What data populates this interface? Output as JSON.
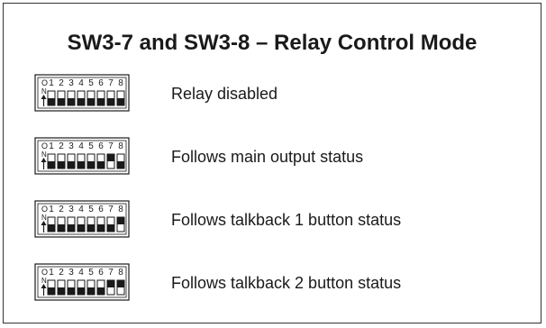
{
  "title": "SW3-7 and SW3-8 – Relay Control Mode",
  "dip_labels": {
    "numbers": [
      "1",
      "2",
      "3",
      "4",
      "5",
      "6",
      "7",
      "8"
    ],
    "on_top": "O",
    "on_bottom": "N"
  },
  "rows": [
    {
      "label": "Relay disabled",
      "switches": [
        0,
        0,
        0,
        0,
        0,
        0,
        0,
        0
      ]
    },
    {
      "label": "Follows main output status",
      "switches": [
        0,
        0,
        0,
        0,
        0,
        0,
        1,
        0
      ]
    },
    {
      "label": "Follows talkback 1 button status",
      "switches": [
        0,
        0,
        0,
        0,
        0,
        0,
        0,
        1
      ]
    },
    {
      "label": "Follows talkback 2 button status",
      "switches": [
        0,
        0,
        0,
        0,
        0,
        0,
        1,
        1
      ]
    }
  ],
  "colors": {
    "ink": "#1a1a1a",
    "border": "#333333"
  }
}
